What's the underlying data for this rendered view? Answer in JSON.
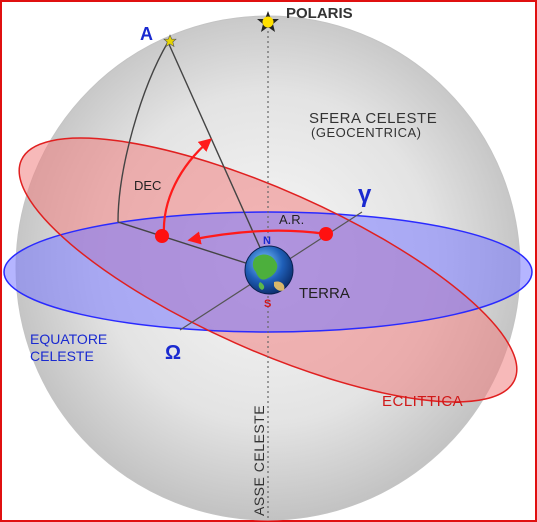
{
  "labels": {
    "polaris": "POLARIS",
    "star_a": "A",
    "sfera_celeste": "SFERA CELESTE",
    "geocentrica": "(GEOCENTRICA)",
    "gamma": "γ",
    "dec": "DEC",
    "ar": "A.R.",
    "north": "N",
    "south": "S",
    "terra": "TERRA",
    "equatore_line1": "EQUATORE",
    "equatore_line2": "CELESTE",
    "omega": "Ω",
    "eclittica": "ECLITTICA",
    "asse_celeste": "ASSE CELESTE"
  },
  "colors": {
    "frame": "#e01010",
    "sphere": "#d8d8d8",
    "equator_fill": "#7878ff",
    "equator_stroke": "#2a2aff",
    "ecliptic_fill": "#f08080",
    "ecliptic_stroke": "#e02020",
    "arrow": "#ff1a1a",
    "label_blue": "#1a2ad0",
    "label_red": "#d01818",
    "label_dark": "#333333"
  }
}
